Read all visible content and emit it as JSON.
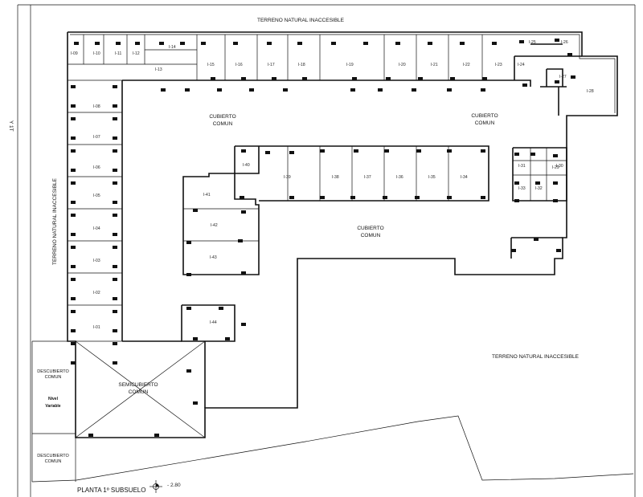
{
  "plan": {
    "title": "PLANTA 1º SUBSUELO",
    "level": "- 2.80",
    "top_label": "TERRENO NATURAL INACCESIBLE",
    "left_label": "TERRENO NATURAL INACCESIBLE",
    "right_label": "TERRENO NATURAL INACCESIBLE",
    "street_label": "Y 1T",
    "areas": {
      "cubierto_1": [
        "CUBIERTO",
        "COMUN"
      ],
      "cubierto_2": [
        "CUBIERTO",
        "COMUN"
      ],
      "cubierto_3": [
        "CUBIERTO",
        "COMUN"
      ],
      "semicubierto": [
        "SEMICUBIERTO",
        "COMUN"
      ],
      "descubierto_1": [
        "DESCUBIERTO",
        "COMUN"
      ],
      "descubierto_2": [
        "DESCUBIERTO",
        "COMUN"
      ],
      "nivel": [
        "Nivel",
        "Variable"
      ]
    },
    "units": {
      "top_row": [
        "I-09",
        "I-10",
        "I-11",
        "I-12",
        "I-14",
        "I-13",
        "I-15",
        "I-16",
        "I-17",
        "I-18",
        "I-19",
        "I-20",
        "I-21",
        "I-22",
        "I-23",
        "I-25",
        "I-26",
        "I-24",
        "I-27",
        "I-28"
      ],
      "left_col": [
        "I-08",
        "I-07",
        "I-06",
        "I-05",
        "I-04",
        "I-03",
        "I-02",
        "I-01"
      ],
      "middle": [
        "I-40",
        "I-39",
        "I-38",
        "I-37",
        "I-36",
        "I-35",
        "I-34",
        "I-41",
        "I-42",
        "I-43",
        "I-44"
      ],
      "right_block": [
        "I-31",
        "I-30",
        "I-29",
        "I-33",
        "I-32"
      ]
    }
  }
}
